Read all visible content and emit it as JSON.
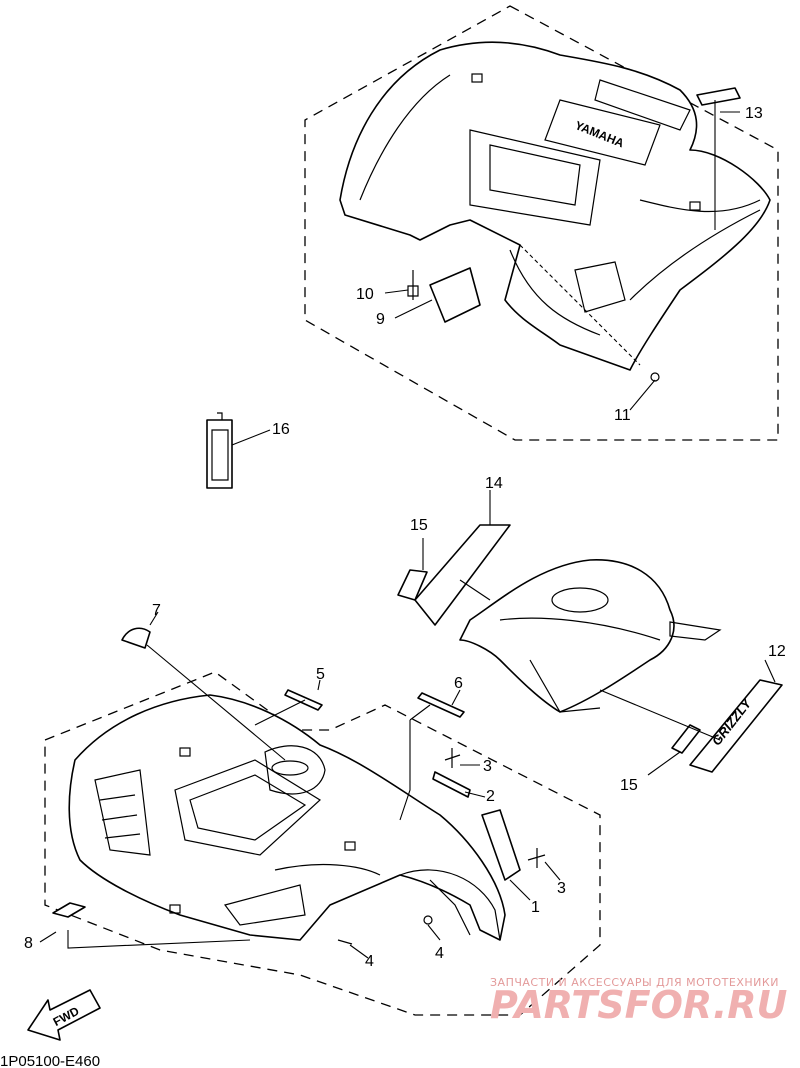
{
  "diagram": {
    "code": "1P05100-E460",
    "fwd_label": "FWD",
    "rear_fender_logo": "YAMAHA",
    "emblem_text": "GRIZZLY",
    "watermark_line1": "ЗАПЧАСТИ И АКСЕССУАРЫ ДЛЯ МОТОТЕХНИКИ",
    "watermark_line2": "PARTSFOR.RU",
    "callouts": [
      "1",
      "2",
      "3",
      "3",
      "4",
      "4",
      "5",
      "6",
      "7",
      "8",
      "9",
      "10",
      "11",
      "12",
      "13",
      "14",
      "15",
      "15",
      "16"
    ]
  }
}
